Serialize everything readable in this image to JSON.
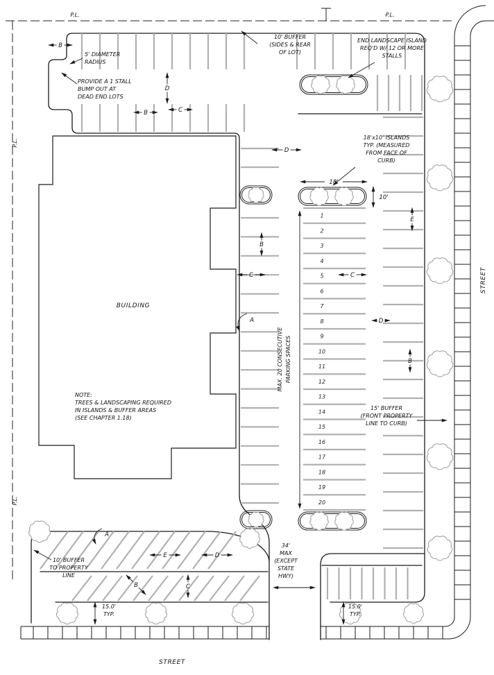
{
  "drawing": {
    "property_line_label": "P.L.",
    "street_label": "STREET",
    "building_label": "BUILDING",
    "dims": {
      "a": "A",
      "b": "B",
      "c": "C",
      "d": "D",
      "e": "E",
      "island_length": "18'",
      "island_width": "10'"
    },
    "notes": {
      "radius": [
        "5' DIAMETER",
        "RADIUS"
      ],
      "bump_out": [
        "PROVIDE A 1 STALL",
        "BUMP OUT AT",
        "DEAD END LOTS"
      ],
      "buffer_top": [
        "10' BUFFER",
        "(SIDES & REAR",
        "OF LOT)"
      ],
      "end_island": [
        "END LANDSCAPE ISLAND",
        "REQ'D W/ 12 OR MORE",
        "STALLS"
      ],
      "islands_typ": [
        "18'x10' ISLANDS",
        "TYP. (MEASURED",
        "FROM FACE OF",
        "CURB)"
      ],
      "max_consecutive": [
        "MAX. 20 CONSECUTIVE",
        "PARKING SPACES"
      ],
      "landscaping": [
        "NOTE:",
        "TREES & LANDSCAPING REQUIRED",
        "IN ISLANDS & BUFFER AREAS",
        "(SEE CHAPTER 1.18)"
      ],
      "buffer_front": [
        "15' BUFFER",
        "(FRONT PROPERTY",
        "LINE TO CURB)"
      ],
      "buffer_side": [
        "10' BUFFER",
        "TO PROPERTY",
        "LINE"
      ],
      "driveway_max": [
        "34'",
        "MAX",
        "(EXCEPT",
        "STATE",
        "HWY)"
      ],
      "typ_15": [
        "15.0'",
        "TYP."
      ]
    },
    "parking": {
      "space_numbers": [
        "1",
        "2",
        "3",
        "4",
        "5",
        "6",
        "7",
        "8",
        "9",
        "10",
        "11",
        "12",
        "13",
        "14",
        "15",
        "16",
        "17",
        "18",
        "19",
        "20"
      ]
    }
  }
}
